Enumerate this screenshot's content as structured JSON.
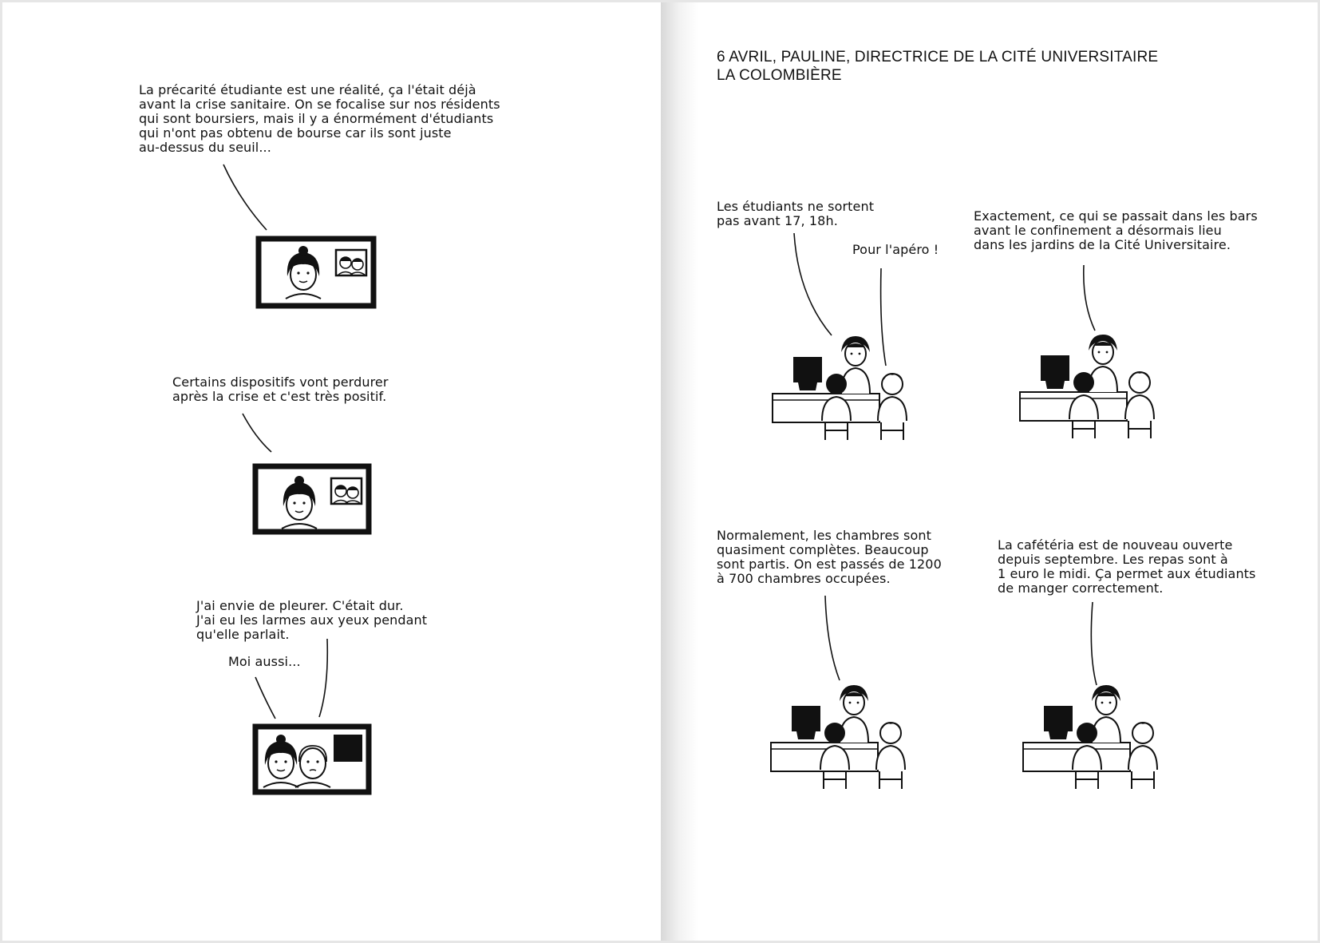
{
  "left_page": {
    "speech": [
      "La précarité étudiante est une réalité, ça l'était déjà\navant la crise sanitaire. On se focalise sur nos résidents\nqui sont boursiers, mais il y a énormément d'étudiants\nqui n'ont pas obtenu de bourse car ils sont juste\nau-dessus du seuil...",
      "Certains dispositifs vont perdurer\naprès la crise et c'est très positif.",
      "J'ai envie de pleurer. C'était dur.\nJ'ai eu les larmes aux yeux pendant\nqu'elle parlait.",
      "Moi aussi..."
    ]
  },
  "right_page": {
    "title": "6 AVRIL, PAULINE, DIRECTRICE DE LA CITÉ UNIVERSITAIRE\nLA COLOMBIÈRE",
    "speech": [
      "Les étudiants ne sortent\npas avant 17, 18h.",
      "Pour l'apéro !",
      "Exactement, ce qui se passait dans les bars\navant le confinement a désormais lieu\ndans les jardins de la Cité Universitaire.",
      "Normalement, les chambres sont\nquasiment complètes. Beaucoup\nsont partis. On est passés de 1200\nà 700 chambres occupées.",
      "La cafétéria est de nouveau ouverte\ndepuis septembre. Les repas sont à\n1 euro le midi. Ça permet aux étudiants\nde manger correctement."
    ]
  }
}
